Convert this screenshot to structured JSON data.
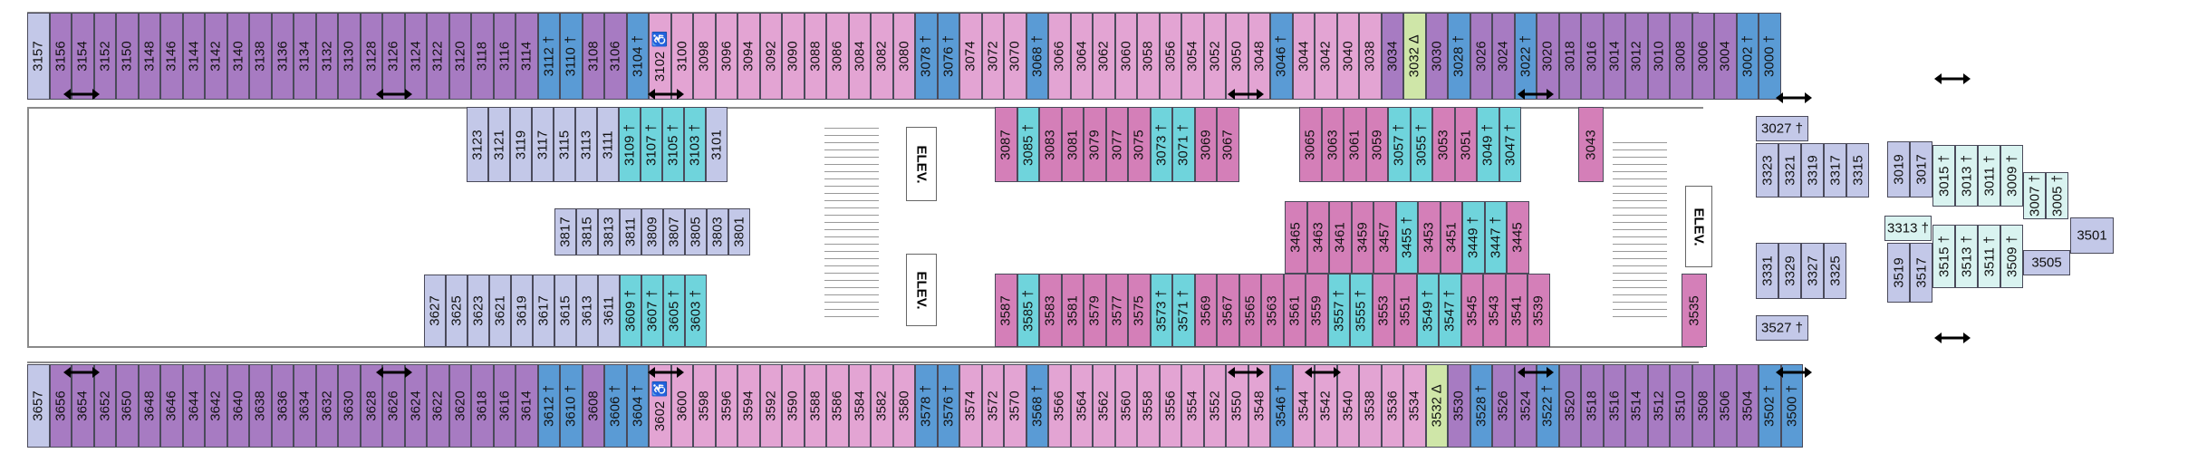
{
  "colors": {
    "purple": "#a77bc2",
    "magenta": "#d47fb8",
    "pink": "#e3a4d3",
    "lavender": "#c3c8e8",
    "blue": "#5a9bd5",
    "teal": "#6fd4dc",
    "light_teal": "#d9f3f0",
    "green": "#cfe6a8"
  },
  "icons": {
    "accessible": "wheelchair-icon",
    "accessible_alt": "triangle-icon",
    "connecting": "double-arrow-icon",
    "adjoining": "dagger-icon"
  },
  "elevator_label": "ELEV.",
  "cabins": {
    "top_row": [
      "3157",
      "3156",
      "3154",
      "3152",
      "3150",
      "3148",
      "3146",
      "3144",
      "3142",
      "3140",
      "3138",
      "3136",
      "3134",
      "3132",
      "3130",
      "3128",
      "3126",
      "3124",
      "3122",
      "3120",
      "3118",
      "3116",
      "3114",
      "3112 †",
      "3110 †",
      "3108",
      "3106",
      "3104 †",
      "3102 ♿",
      "3100",
      "3098",
      "3096",
      "3094",
      "3092",
      "3090",
      "3088",
      "3086",
      "3084",
      "3082",
      "3080",
      "3078 †",
      "3076 †",
      "3074",
      "3072",
      "3070",
      "3068 †",
      "3066",
      "3064",
      "3062",
      "3060",
      "3058",
      "3056",
      "3054",
      "3052",
      "3050",
      "3048",
      "3046 †",
      "3044",
      "3042",
      "3040",
      "3038",
      "3034",
      "3032 ∆",
      "3030",
      "3028 †",
      "3026",
      "3024",
      "3022 †",
      "3020",
      "3018",
      "3016",
      "3014",
      "3012",
      "3010",
      "3008",
      "3006",
      "3004",
      "3002 †",
      "3000 †"
    ],
    "bottom_row": [
      "3657",
      "3656",
      "3654",
      "3652",
      "3650",
      "3648",
      "3646",
      "3644",
      "3642",
      "3640",
      "3638",
      "3636",
      "3634",
      "3632",
      "3630",
      "3628",
      "3626",
      "3624",
      "3622",
      "3620",
      "3618",
      "3616",
      "3614",
      "3612 †",
      "3610 †",
      "3608",
      "3606 †",
      "3604 †",
      "3602 ♿",
      "3600",
      "3598",
      "3596",
      "3594",
      "3592",
      "3590",
      "3588",
      "3586",
      "3584",
      "3582",
      "3580",
      "3578 †",
      "3576 †",
      "3574",
      "3572",
      "3570",
      "3568 †",
      "3566",
      "3564",
      "3562",
      "3560",
      "3558",
      "3556",
      "3554",
      "3552",
      "3550",
      "3548",
      "3546 †",
      "3544",
      "3542",
      "3540",
      "3538",
      "3536",
      "3534",
      "3532 ∆",
      "3530",
      "3528 †",
      "3526",
      "3524",
      "3522 †",
      "3520",
      "3518",
      "3516",
      "3514",
      "3512",
      "3510",
      "3508",
      "3506",
      "3504",
      "3502 †",
      "3500 †"
    ],
    "inner_upper_left": [
      "3123",
      "3121",
      "3119",
      "3117",
      "3115",
      "3113",
      "3111",
      "3109 †",
      "3107 †",
      "3105 †",
      "3103 †",
      "3101"
    ],
    "inner_mid_left": [
      "3817",
      "3815",
      "3813",
      "3811",
      "3809",
      "3807",
      "3805",
      "3803",
      "3801"
    ],
    "inner_lower_left": [
      "3627",
      "3625",
      "3623",
      "3621",
      "3619",
      "3617",
      "3615",
      "3613",
      "3611",
      "3609 †",
      "3607 †",
      "3605 †",
      "3603 †"
    ],
    "inner_upper_mid": [
      "3087",
      "3085 †",
      "3083",
      "3081",
      "3079",
      "3077",
      "3075",
      "3073 †",
      "3071 †",
      "3069",
      "3067"
    ],
    "inner_upper_right": [
      "3065",
      "3063",
      "3061",
      "3059",
      "3057 †",
      "3055 †",
      "3053",
      "3051",
      "3049 †",
      "3047 †"
    ],
    "inner_single_upper": "3043",
    "inner_mid_right": [
      "3465",
      "3463",
      "3461",
      "3459",
      "3457",
      "3455 †",
      "3453",
      "3451",
      "3449 †",
      "3447 †",
      "3445"
    ],
    "inner_lower_mid": [
      "3587",
      "3585 †",
      "3583",
      "3581",
      "3579",
      "3577",
      "3575",
      "3573 †",
      "3571 †",
      "3569",
      "3567",
      "3565",
      "3563",
      "3561",
      "3559",
      "3557 †",
      "3555 †",
      "3553",
      "3551",
      "3549 †",
      "3547 †",
      "3545",
      "3543",
      "3541",
      "3539"
    ],
    "inner_single_lower": "3535",
    "forward_upper": [
      "3027 †",
      "3323",
      "3321",
      "3319",
      "3317",
      "3315"
    ],
    "forward_lower": [
      "3331",
      "3329",
      "3327",
      "3325",
      "3527 †"
    ],
    "forward_block": [
      "3019",
      "3017",
      "3015 †",
      "3013 †",
      "3011 †",
      "3009 †",
      "3007 †",
      "3005 †",
      "3313 †",
      "3519",
      "3517",
      "3515 †",
      "3513 †",
      "3511 †",
      "3509 †",
      "3505",
      "3501"
    ]
  }
}
